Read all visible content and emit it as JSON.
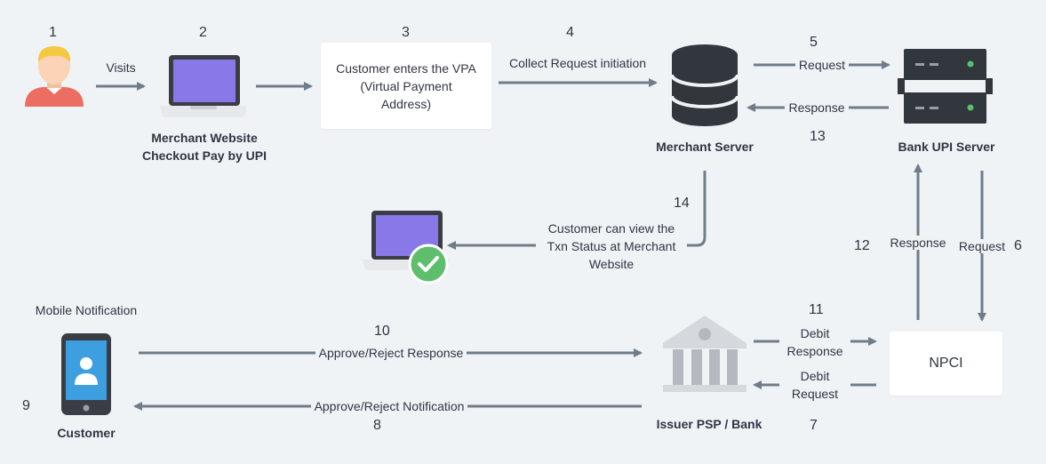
{
  "steps": {
    "s1": "1",
    "s2": "2",
    "s3": "3",
    "s4": "4",
    "s5": "5",
    "s6": "6",
    "s7": "7",
    "s8": "8",
    "s9": "9",
    "s10": "10",
    "s11": "11",
    "s12": "12",
    "s13": "13",
    "s14": "14"
  },
  "actors": {
    "merchant_website_line1": "Merchant Website",
    "merchant_website_line2": "Checkout Pay by UPI",
    "merchant_server": "Merchant Server",
    "bank_upi_server": "Bank UPI Server",
    "npci": "NPCI",
    "issuer": "Issuer PSP / Bank",
    "customer": "Customer",
    "mobile_notification": "Mobile Notification"
  },
  "vpa_box": {
    "line1": "Customer enters the VPA",
    "line2": "(Virtual Payment",
    "line3": "Address)"
  },
  "edges": {
    "visits": "Visits",
    "collect_request": "Collect Request initiation",
    "request_top": "Request",
    "response_top": "Response",
    "request_right": "Request",
    "response_right": "Response",
    "txn_line1": "Customer can view the",
    "txn_line2": "Txn Status at Merchant",
    "txn_line3": "Website",
    "debit_response_line1": "Debit",
    "debit_response_line2": "Response",
    "debit_request_line1": "Debit",
    "debit_request_line2": "Request",
    "approve_response": "Approve/Reject Response",
    "approve_notification": "Approve/Reject Notification"
  },
  "icons": {
    "customer_avatar": "person-avatar-icon",
    "laptop_dollar": "laptop-dollar-icon",
    "database": "database-icon",
    "server": "server-rack-icon",
    "laptop_check": "laptop-checkmark-icon",
    "bank": "bank-building-icon",
    "phone": "mobile-phone-icon"
  },
  "colors": {
    "background": "#f0f3f6",
    "arrow": "#6f7c89",
    "screen_purple": "#8878e8",
    "laptop_body": "#3a3d44",
    "dark_icon": "#32363d",
    "check_green": "#5dbf6e",
    "phone_blue": "#3d9ee0",
    "avatar_shirt": "#ec6e62",
    "avatar_hair": "#f5c842",
    "avatar_skin": "#fbd3b5",
    "bank_grey": "#b5b9bf"
  }
}
